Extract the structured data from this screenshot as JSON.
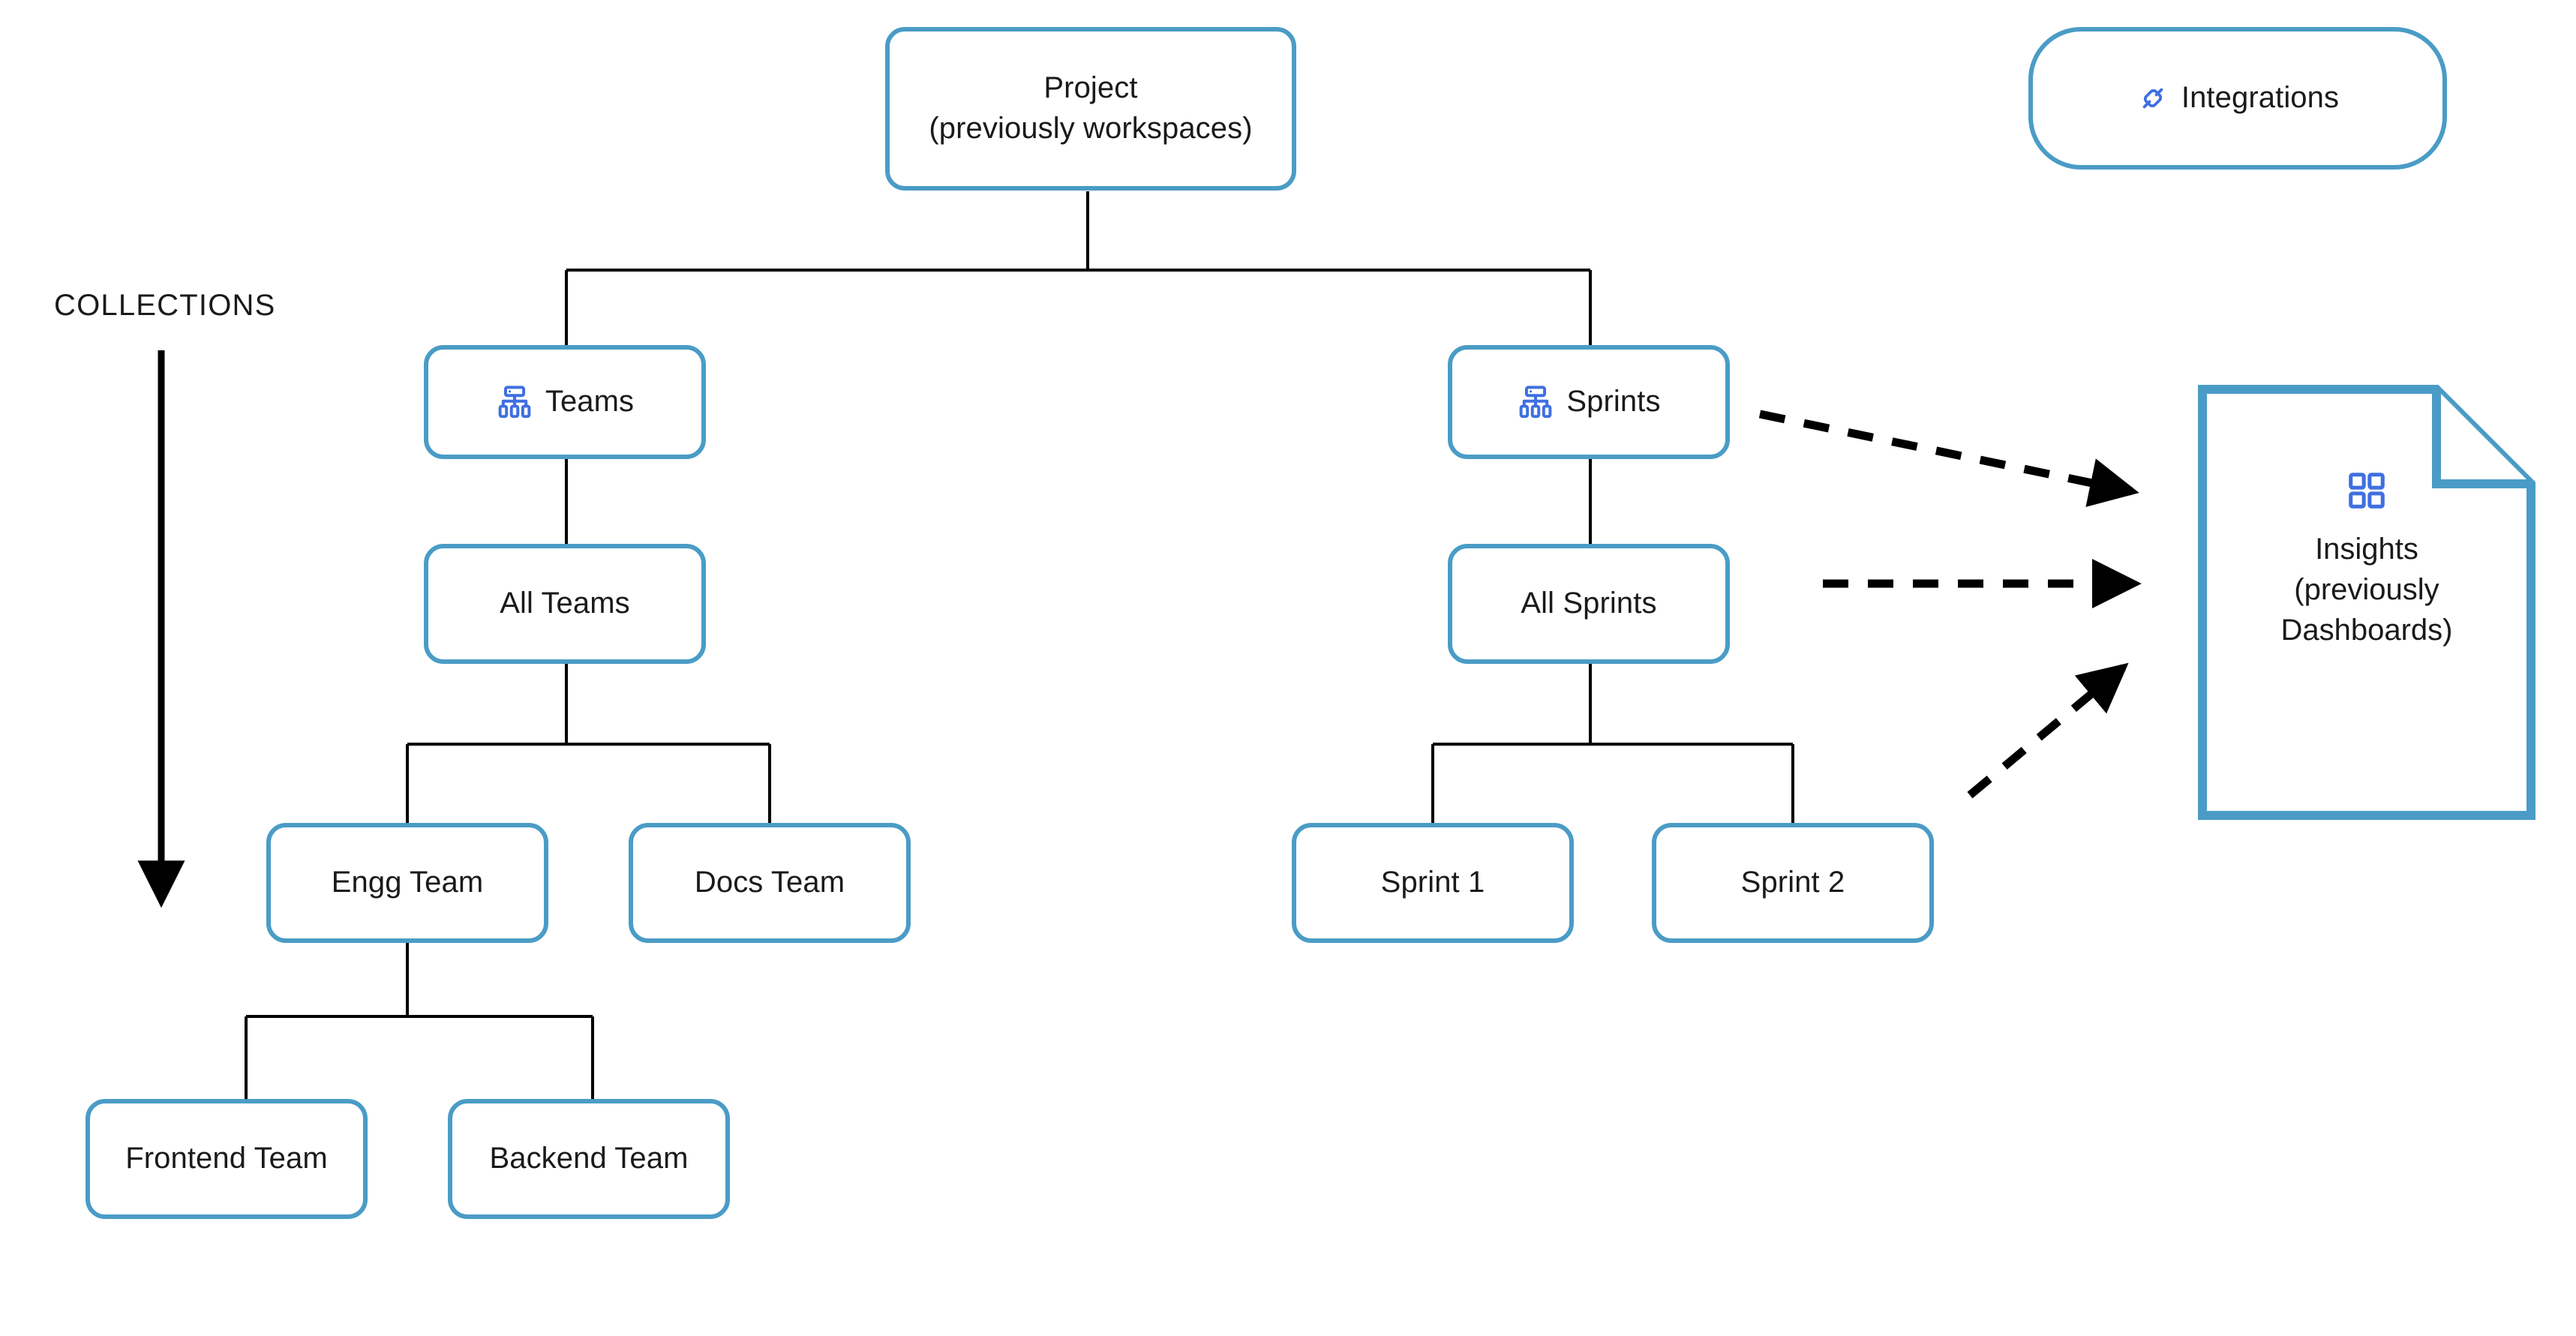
{
  "diagram": {
    "type": "hierarchy-tree",
    "background": "#ffffff",
    "colors": {
      "node_border": "#4a9cc6",
      "node_fill": "#ffffff",
      "connector": "#000000",
      "icon_blue": "#3f6fe0",
      "text": "#1a1a1a"
    },
    "section_label": "COLLECTIONS",
    "nodes": [
      {
        "id": "project",
        "label": "Project\n(previously workspaces)",
        "icon": null
      },
      {
        "id": "integrations",
        "label": "Integrations",
        "icon": "plug-connector-icon"
      },
      {
        "id": "teams",
        "label": "Teams",
        "icon": "org-hierarchy-icon"
      },
      {
        "id": "sprints",
        "label": "Sprints",
        "icon": "org-hierarchy-icon"
      },
      {
        "id": "all-teams",
        "label": "All Teams",
        "icon": null
      },
      {
        "id": "all-sprints",
        "label": "All Sprints",
        "icon": null
      },
      {
        "id": "engg-team",
        "label": "Engg Team",
        "icon": null
      },
      {
        "id": "docs-team",
        "label": "Docs Team",
        "icon": null
      },
      {
        "id": "sprint-1",
        "label": "Sprint 1",
        "icon": null
      },
      {
        "id": "sprint-2",
        "label": "Sprint 2",
        "icon": null
      },
      {
        "id": "frontend-team",
        "label": "Frontend Team",
        "icon": null
      },
      {
        "id": "backend-team",
        "label": "Backend Team",
        "icon": null
      },
      {
        "id": "insights",
        "label": "Insights\n(previously\nDashboards)",
        "icon": "dashboard-grid-icon"
      }
    ],
    "edges": [
      {
        "from": "project",
        "to": "teams",
        "style": "solid"
      },
      {
        "from": "project",
        "to": "sprints",
        "style": "solid"
      },
      {
        "from": "teams",
        "to": "all-teams",
        "style": "solid"
      },
      {
        "from": "sprints",
        "to": "all-sprints",
        "style": "solid"
      },
      {
        "from": "all-teams",
        "to": "engg-team",
        "style": "solid"
      },
      {
        "from": "all-teams",
        "to": "docs-team",
        "style": "solid"
      },
      {
        "from": "all-sprints",
        "to": "sprint-1",
        "style": "solid"
      },
      {
        "from": "all-sprints",
        "to": "sprint-2",
        "style": "solid"
      },
      {
        "from": "engg-team",
        "to": "frontend-team",
        "style": "solid"
      },
      {
        "from": "engg-team",
        "to": "backend-team",
        "style": "solid"
      },
      {
        "from": "sprints",
        "to": "insights",
        "style": "dashed-arrow"
      },
      {
        "from": "all-sprints",
        "to": "insights",
        "style": "dashed-arrow"
      },
      {
        "from": "sprint-2",
        "to": "insights",
        "style": "dashed-arrow"
      }
    ]
  }
}
